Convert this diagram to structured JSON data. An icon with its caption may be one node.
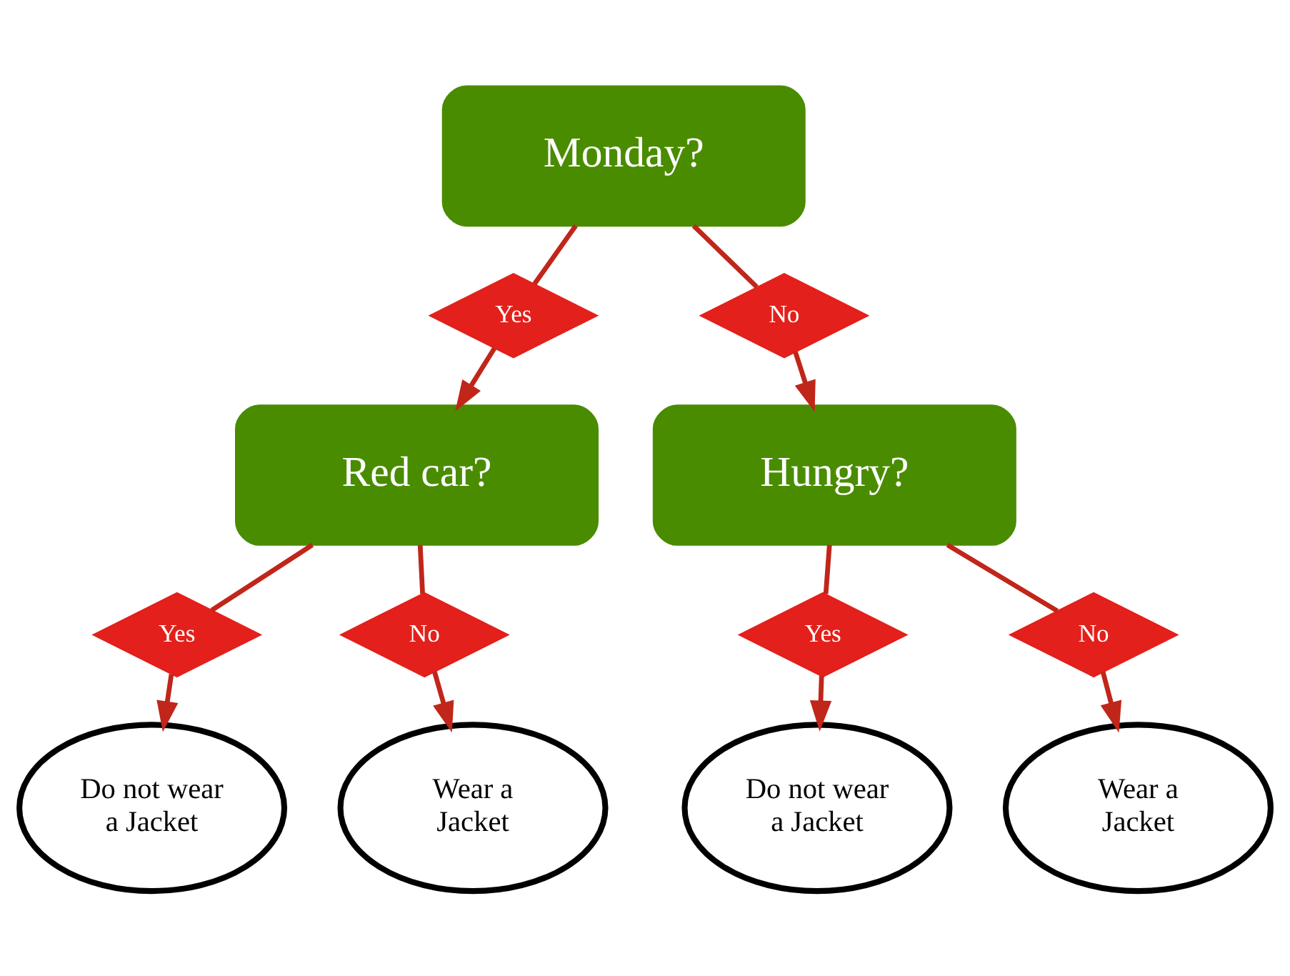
{
  "diagram": {
    "nodes": [
      {
        "text": [
          "Monday?"
        ]
      },
      {
        "text": [
          "Yes"
        ]
      },
      {
        "text": [
          "No"
        ]
      },
      {
        "text": [
          "Red car?"
        ]
      },
      {
        "text": [
          "Hungry?"
        ]
      },
      {
        "text": [
          "Yes"
        ]
      },
      {
        "text": [
          "No"
        ]
      },
      {
        "text": [
          "Yes"
        ]
      },
      {
        "text": [
          "No"
        ]
      },
      {
        "text": [
          "Do not wear a Jacket"
        ]
      },
      {
        "text": [
          "Wear a Jacket"
        ]
      },
      {
        "text": [
          "Do not wear a Jacket"
        ]
      },
      {
        "text": [
          "Wear a Jacket"
        ]
      }
    ],
    "edges": [
      {
        "from": 0,
        "to": 1,
        "arrow": "none"
      },
      {
        "from": 1,
        "to": 3,
        "arrow": "to"
      },
      {
        "from": 0,
        "to": 2,
        "arrow": "none"
      },
      {
        "from": 2,
        "to": 4,
        "arrow": "to"
      },
      {
        "from": 3,
        "to": 5,
        "arrow": "none"
      },
      {
        "from": 5,
        "to": 9,
        "arrow": "to"
      },
      {
        "from": 3,
        "to": 6,
        "arrow": "none"
      },
      {
        "from": 6,
        "to": 10,
        "arrow": "to"
      },
      {
        "from": 4,
        "to": 7,
        "arrow": "none"
      },
      {
        "from": 7,
        "to": 11,
        "arrow": "to"
      },
      {
        "from": 4,
        "to": 8,
        "arrow": "none"
      },
      {
        "from": 8,
        "to": 12,
        "arrow": "to"
      }
    ]
  }
}
